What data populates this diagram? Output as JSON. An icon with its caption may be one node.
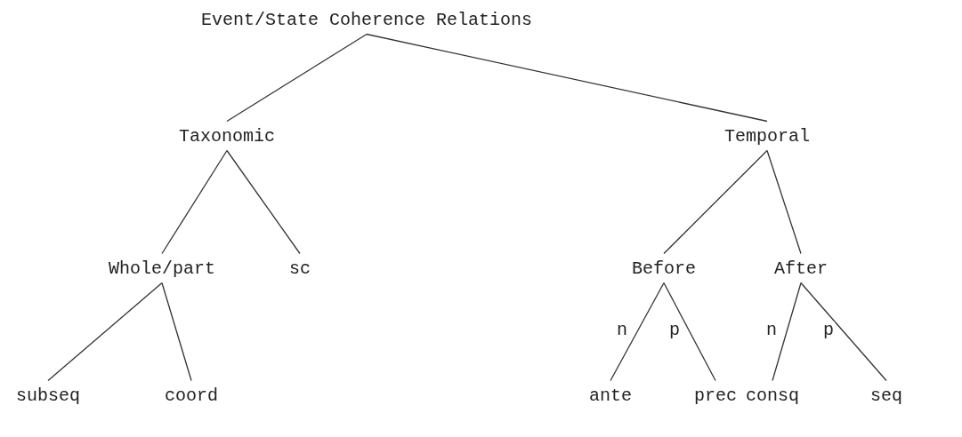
{
  "diagram": {
    "nodes": [
      {
        "text": [
          "Event/State Coherence Relations"
        ]
      },
      {
        "text": [
          "Taxonomic"
        ]
      },
      {
        "text": [
          "Temporal"
        ]
      },
      {
        "text": [
          "Whole/part"
        ]
      },
      {
        "text": [
          "sc"
        ]
      },
      {
        "text": [
          "Before"
        ]
      },
      {
        "text": [
          "After"
        ]
      },
      {
        "text": [
          "subseq"
        ]
      },
      {
        "text": [
          "coord"
        ]
      },
      {
        "text": [
          "ante"
        ]
      },
      {
        "text": [
          "prec"
        ]
      },
      {
        "text": [
          "consq"
        ]
      },
      {
        "text": [
          "seq"
        ]
      }
    ],
    "edges": [
      {
        "from": 0,
        "to": 1,
        "arrow": "none"
      },
      {
        "from": 0,
        "to": 2,
        "arrow": "none"
      },
      {
        "from": 1,
        "to": 3,
        "arrow": "none"
      },
      {
        "from": 1,
        "to": 4,
        "arrow": "none"
      },
      {
        "from": 2,
        "to": 5,
        "arrow": "none"
      },
      {
        "from": 2,
        "to": 6,
        "arrow": "none"
      },
      {
        "from": 3,
        "to": 7,
        "arrow": "none"
      },
      {
        "from": 3,
        "to": 8,
        "arrow": "none"
      },
      {
        "from": 5,
        "to": 9,
        "label": "n",
        "arrow": "none"
      },
      {
        "from": 5,
        "to": 10,
        "label": "p",
        "arrow": "none"
      },
      {
        "from": 6,
        "to": 11,
        "label": "n",
        "arrow": "none"
      },
      {
        "from": 6,
        "to": 12,
        "label": "p",
        "arrow": "none"
      }
    ]
  }
}
